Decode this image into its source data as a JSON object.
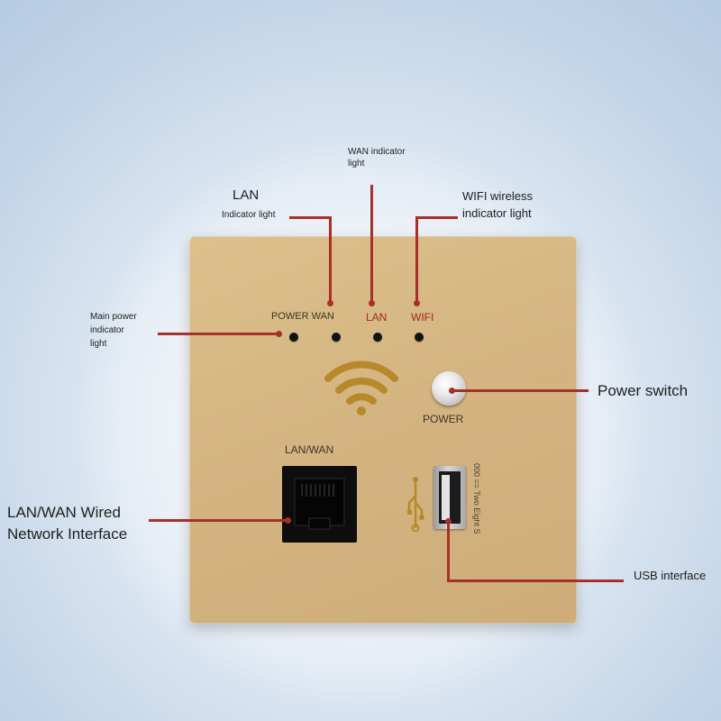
{
  "callouts": {
    "wan_indicator": [
      "WAN indicator",
      "light"
    ],
    "lan_title": "LAN",
    "lan_sub": "Indicator light",
    "wifi_indicator": [
      "WIFI wireless",
      "indicator light"
    ],
    "main_power": [
      "Main power",
      "indicator",
      "light"
    ],
    "power_switch": "Power switch",
    "lan_wan_wired": [
      "LAN/WAN Wired",
      "Network Interface"
    ],
    "usb_interface": "USB interface"
  },
  "panel": {
    "power_wan_label": "POWER WAN",
    "lan_label": "LAN",
    "wifi_label": "WIFI",
    "power_label": "POWER",
    "lan_wan_label": "LAN/WAN",
    "usb_side_text": "000 == Two Eight S"
  },
  "colors": {
    "panel": "#d4b582",
    "leader": "#a8302a",
    "wifi_icon": "#b8892a"
  }
}
